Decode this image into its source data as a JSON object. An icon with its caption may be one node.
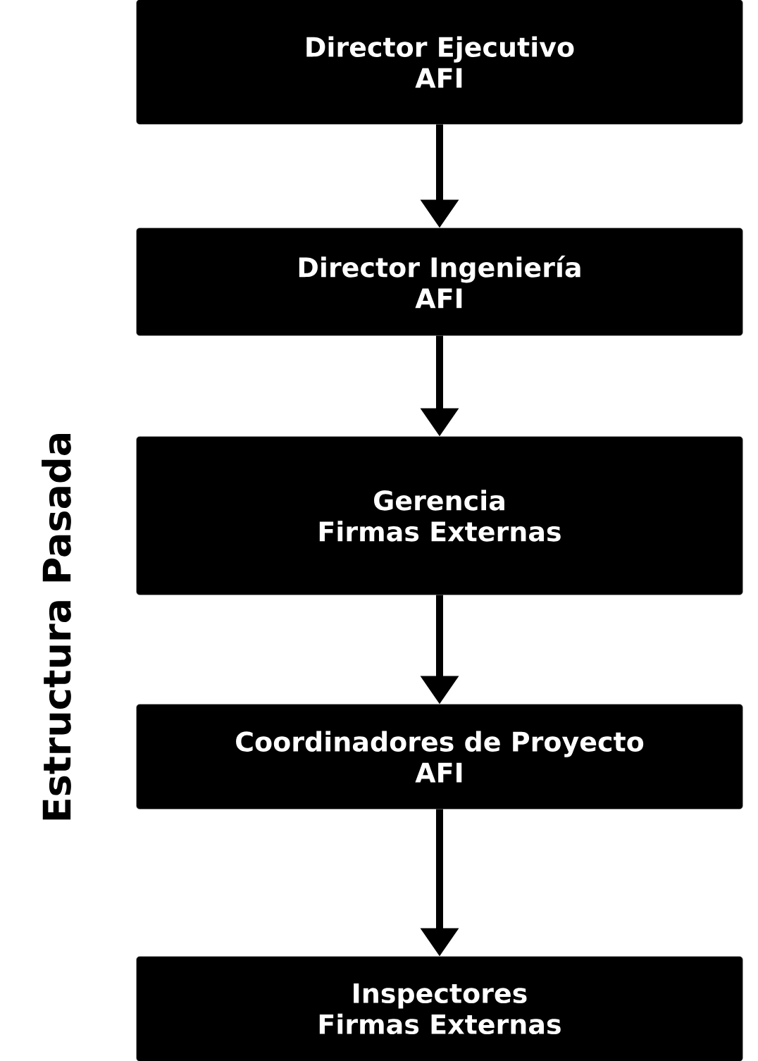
{
  "diagram": {
    "title": "Estructura Pasada",
    "nodes": [
      {
        "text": [
          "Director Ejecutivo",
          "AFI"
        ]
      },
      {
        "text": [
          "Director Ingeniería",
          "AFI"
        ]
      },
      {
        "text": [
          "Gerencia",
          "Firmas Externas"
        ]
      },
      {
        "text": [
          "Coordinadores de Proyecto",
          "AFI"
        ]
      },
      {
        "text": [
          "Inspectores",
          "Firmas Externas"
        ]
      }
    ],
    "edges": [
      {
        "from": 0,
        "to": 1,
        "arrow": "to"
      },
      {
        "from": 1,
        "to": 2,
        "arrow": "to"
      },
      {
        "from": 2,
        "to": 3,
        "arrow": "to"
      },
      {
        "from": 3,
        "to": 4,
        "arrow": "to"
      }
    ]
  }
}
